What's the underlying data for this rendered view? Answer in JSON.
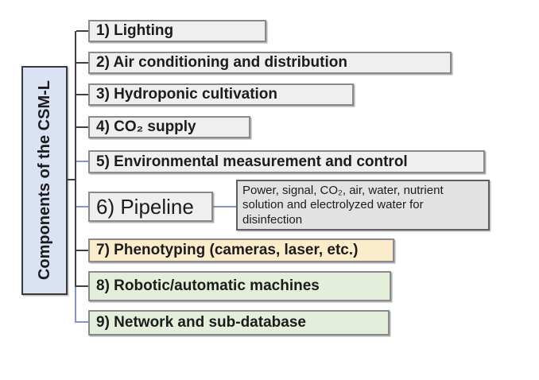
{
  "figure": {
    "root_label": "Components of the CSM-L",
    "components": [
      "1) Lighting",
      "2) Air conditioning and distribution",
      "3) Hydroponic cultivation",
      "4) CO₂ supply",
      "5) Environmental measurement and control",
      "6) Pipeline",
      "7) Phenotyping (cameras, laser, etc.)",
      "8) Robotic/automatic machines",
      "9) Network and sub-database"
    ],
    "pipeline_note": "Power, signal, CO₂, air, water, nutrient solution and electrolyzed water for disinfection",
    "colors": {
      "root_fill": "#dae3f3",
      "box_gray_fill": "#efefef",
      "box_yellow_fill": "#fbeccb",
      "box_green_fill": "#e3efdb",
      "note_fill": "#e2e2e2",
      "border_gray": "#8a8a8a",
      "connector_dark": "#404040",
      "connector_blue": "#8198c6",
      "text": "#1c1c1c"
    }
  }
}
